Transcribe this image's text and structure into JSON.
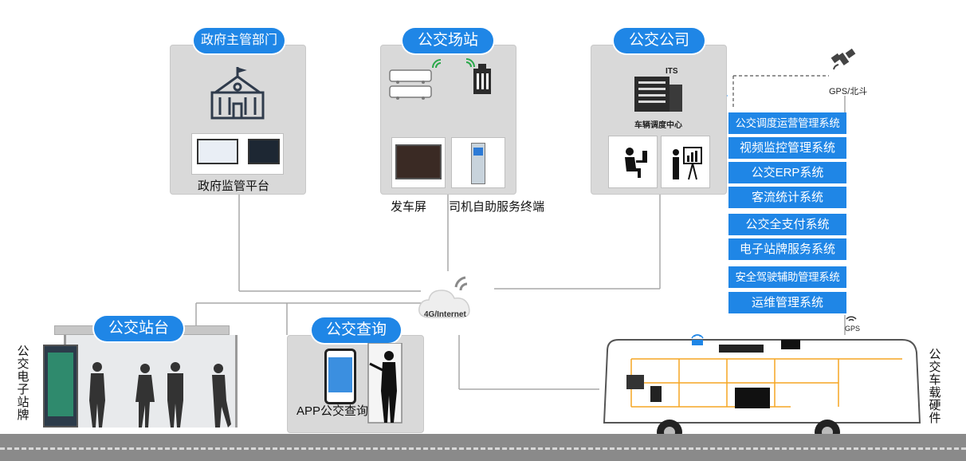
{
  "gov": {
    "title": "政府主管部门",
    "platform": "政府监管平台"
  },
  "station": {
    "title": "公交场站",
    "screen": "发车屏",
    "kiosk": "司机自助服务终端"
  },
  "company": {
    "title": "公交公司",
    "its": "ITS",
    "center": "车辆调度中心"
  },
  "gps": {
    "top": "GPS/北斗",
    "bus": "GPS"
  },
  "cloud": {
    "label": "4G/Internet"
  },
  "systems": [
    "公交调度运营管理系统",
    "视频监控管理系统",
    "公交ERP系统",
    "客流统计系统",
    "公交全支付系统",
    "电子站牌服务系统",
    "安全驾驶辅助管理系统",
    "运维管理系统"
  ],
  "stop": {
    "title": "公交站台",
    "sign_vertical": [
      "公",
      "交",
      "电",
      "子",
      "站",
      "牌"
    ]
  },
  "query": {
    "title": "公交查询",
    "app": "APP公交查询"
  },
  "bus": {
    "vertical": [
      "公",
      "交",
      "车",
      "载",
      "硬",
      "件"
    ]
  },
  "colors": {
    "accent": "#1f86e6",
    "panel": "#d9d9d9",
    "road": "#888888",
    "wiring": "#f5a623"
  }
}
